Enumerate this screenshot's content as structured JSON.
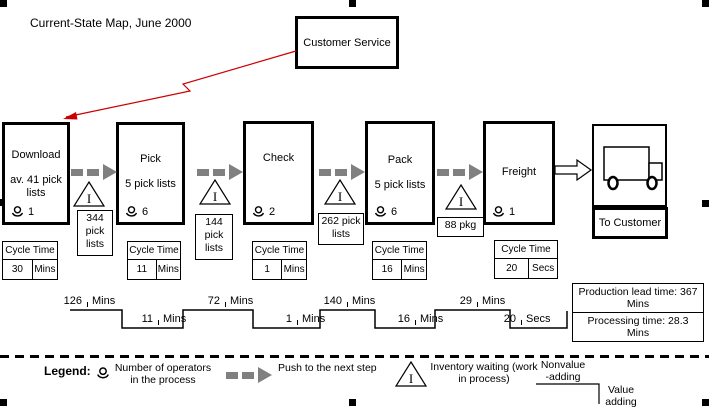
{
  "title": "Current-State Map, June 2000",
  "customer_service": {
    "label": "Customer Service"
  },
  "processes": [
    {
      "name": "Download",
      "detail": "av. 41 pick lists",
      "operators": "1"
    },
    {
      "name": "Pick",
      "detail": "5 pick lists",
      "operators": "6"
    },
    {
      "name": "Check",
      "detail": "",
      "operators": "2"
    },
    {
      "name": "Pack",
      "detail": "5 pick lists",
      "operators": "6"
    },
    {
      "name": "Freight",
      "detail": "",
      "operators": "1"
    }
  ],
  "inventories": [
    {
      "label": "344 pick lists"
    },
    {
      "label": "144 pick lists"
    },
    {
      "label": "262 pick lists"
    },
    {
      "label": "88 pkg"
    }
  ],
  "cycle_times": [
    {
      "label": "Cycle Time",
      "value": "30",
      "unit": "Mins"
    },
    {
      "label": "Cycle Time",
      "value": "11",
      "unit": "Mins"
    },
    {
      "label": "Cycle Time",
      "value": "1",
      "unit": "Mins"
    },
    {
      "label": "Cycle Time",
      "value": "16",
      "unit": "Mins"
    },
    {
      "label": "Cycle Time",
      "value": "20",
      "unit": "Secs"
    }
  ],
  "shipping": {
    "to_customer": "To Customer"
  },
  "timeline": {
    "segments": [
      {
        "value": "126",
        "unit": "Mins",
        "type": "nonvalue-adding"
      },
      {
        "value": "11",
        "unit": "Mins",
        "type": "value-adding"
      },
      {
        "value": "72",
        "unit": "Mins",
        "type": "nonvalue-adding"
      },
      {
        "value": "1",
        "unit": "Mins",
        "type": "value-adding"
      },
      {
        "value": "140",
        "unit": "Mins",
        "type": "nonvalue-adding"
      },
      {
        "value": "16",
        "unit": "Mins",
        "type": "value-adding"
      },
      {
        "value": "29",
        "unit": "Mins",
        "type": "nonvalue-adding"
      },
      {
        "value": "20",
        "unit": "Secs",
        "type": "value-adding"
      }
    ]
  },
  "summary": {
    "lead_time": "Production lead time:  367 Mins",
    "processing_time": "Processing time:  28.3 Mins"
  },
  "legend": {
    "title": "Legend:",
    "operators": "Number of operators in the process",
    "push": "Push to the next step",
    "inventory": "Inventory waiting (work in process)",
    "nonvalue": "Nonvalue -adding",
    "value": "Value adding"
  },
  "symbols": {
    "inventory": "I"
  },
  "colors": {
    "push_arrow": "#808080",
    "info_arrow": "#cc0000",
    "ink": "#000000"
  }
}
